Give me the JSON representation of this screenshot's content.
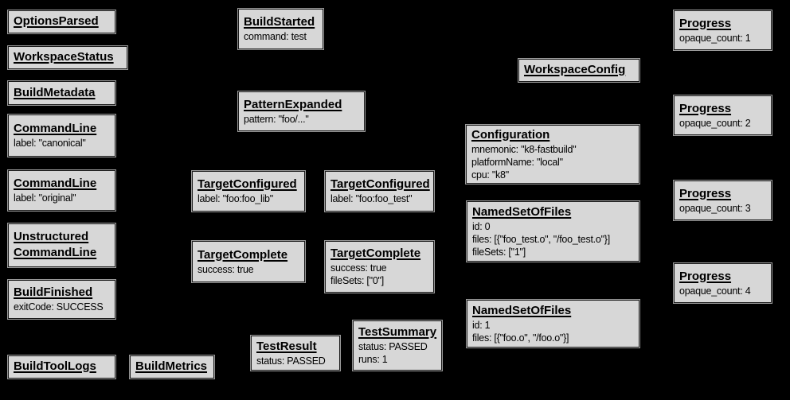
{
  "colors": {
    "background": "#000000",
    "node_fill": "#d7d7d7",
    "node_border": "#1a1a1a",
    "node_halo": "#9b9b9b",
    "text": "#000000"
  },
  "nodes": [
    {
      "name": "options-parsed",
      "title": "OptionsParsed",
      "props": []
    },
    {
      "name": "workspace-status",
      "title": "WorkspaceStatus",
      "props": []
    },
    {
      "name": "build-metadata",
      "title": "BuildMetadata",
      "props": []
    },
    {
      "name": "command-line-canonical",
      "title": "CommandLine",
      "props": [
        "label: \"canonical\""
      ]
    },
    {
      "name": "command-line-original",
      "title": "CommandLine",
      "props": [
        "label: \"original\""
      ]
    },
    {
      "name": "unstructured-command-line",
      "title": "Unstructured CommandLine",
      "props": []
    },
    {
      "name": "build-finished",
      "title": "BuildFinished",
      "props": [
        "exitCode: SUCCESS"
      ]
    },
    {
      "name": "build-tool-logs",
      "title": "BuildToolLogs",
      "props": []
    },
    {
      "name": "build-metrics",
      "title": "BuildMetrics",
      "props": []
    },
    {
      "name": "build-started",
      "title": "BuildStarted",
      "props": [
        "command: test"
      ]
    },
    {
      "name": "pattern-expanded",
      "title": "PatternExpanded",
      "props": [
        "pattern: \"foo/...\""
      ]
    },
    {
      "name": "target-configured-foo-lib",
      "title": "TargetConfigured",
      "props": [
        "label: \"foo:foo_lib\""
      ]
    },
    {
      "name": "target-configured-foo-test",
      "title": "TargetConfigured",
      "props": [
        "label: \"foo:foo_test\""
      ]
    },
    {
      "name": "target-complete-foo-lib",
      "title": "TargetComplete",
      "props": [
        "success: true"
      ]
    },
    {
      "name": "target-complete-foo-test",
      "title": "TargetComplete",
      "props": [
        "success: true",
        "fileSets: [\"0\"]"
      ]
    },
    {
      "name": "test-result",
      "title": "TestResult",
      "props": [
        "status: PASSED"
      ]
    },
    {
      "name": "test-summary",
      "title": "TestSummary",
      "props": [
        "status: PASSED",
        "runs: 1"
      ]
    },
    {
      "name": "workspace-config",
      "title": "WorkspaceConfig",
      "props": []
    },
    {
      "name": "configuration",
      "title": "Configuration",
      "props": [
        "mnemonic: \"k8-fastbuild\"",
        "platformName: \"local\"",
        "cpu: \"k8\""
      ]
    },
    {
      "name": "named-set-of-files-0",
      "title": "NamedSetOfFiles",
      "props": [
        "id: 0",
        "files: [{\"foo_test.o\", \"/foo_test.o\"}]",
        "fileSets: [\"1\"]"
      ]
    },
    {
      "name": "named-set-of-files-1",
      "title": "NamedSetOfFiles",
      "props": [
        "id: 1",
        "files: [{\"foo.o\", \"/foo.o\"}]"
      ]
    },
    {
      "name": "progress-1",
      "title": "Progress",
      "props": [
        "opaque_count: 1"
      ]
    },
    {
      "name": "progress-2",
      "title": "Progress",
      "props": [
        "opaque_count: 2"
      ]
    },
    {
      "name": "progress-3",
      "title": "Progress",
      "props": [
        "opaque_count: 3"
      ]
    },
    {
      "name": "progress-4",
      "title": "Progress",
      "props": [
        "opaque_count: 4"
      ]
    }
  ]
}
